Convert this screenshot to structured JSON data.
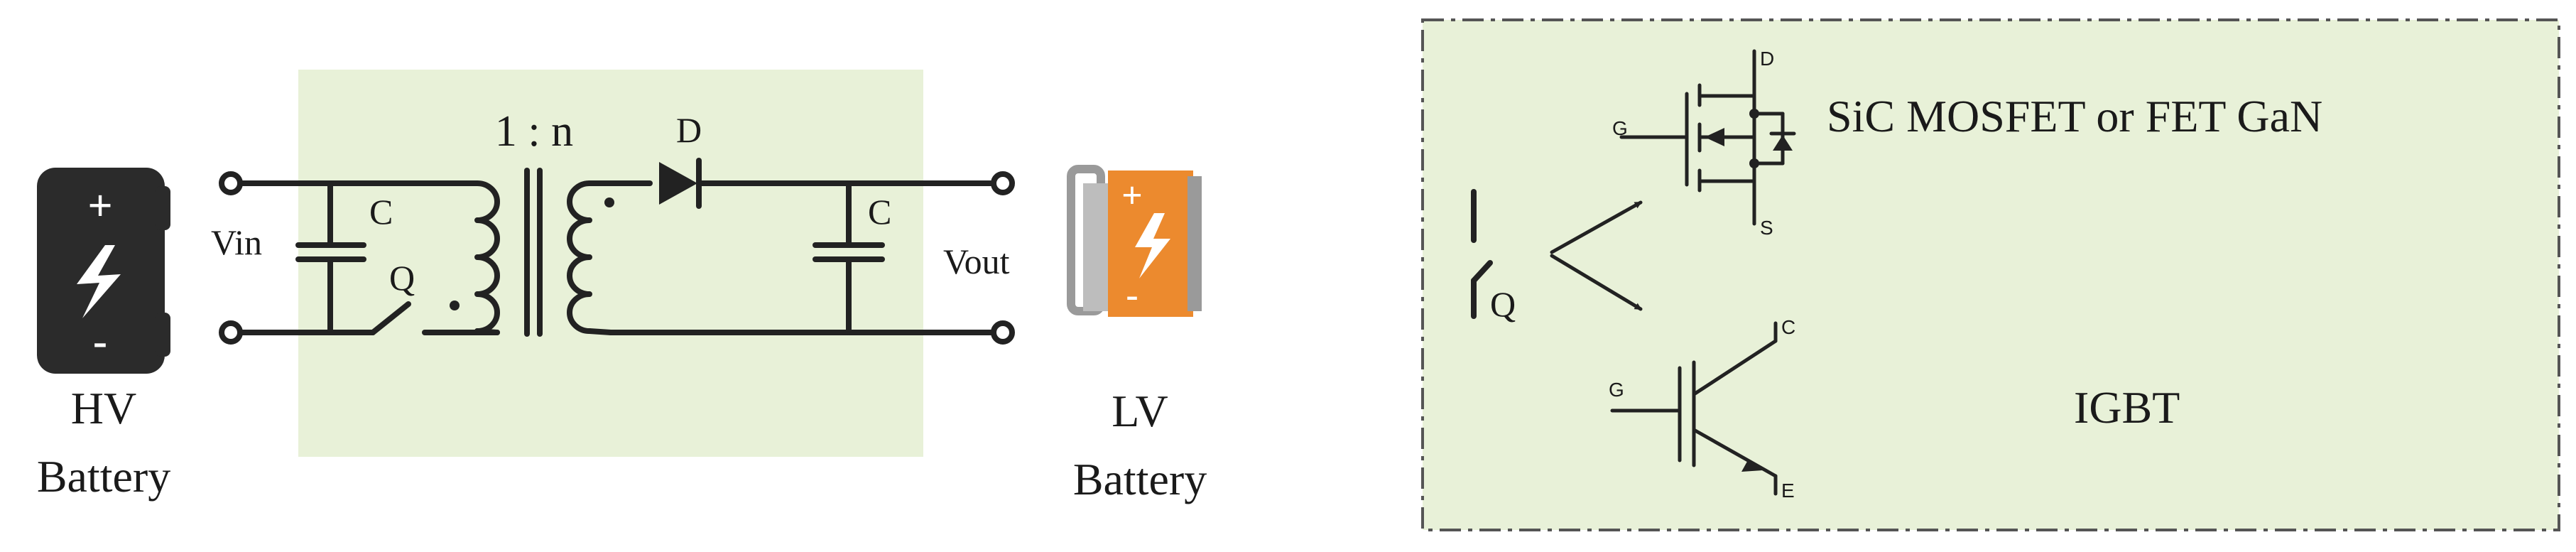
{
  "colors": {
    "panel_fill": "#e8f1d8",
    "wire": "#222222",
    "hv_battery_body": "#2b2b2b",
    "lv_battery_orange": "#ec8a2e",
    "lv_battery_grey": "#9a9a9a"
  },
  "converter": {
    "turns_ratio": "1 : n",
    "input_label": "Vin",
    "output_label": "Vout",
    "input_capacitor": "C",
    "output_capacitor": "C",
    "switch": "Q",
    "diode": "D"
  },
  "hv_battery": {
    "line1": "HV",
    "line2": "Battery",
    "plus": "+",
    "minus": "-",
    "icon": "battery-bolt-icon"
  },
  "lv_battery": {
    "line1": "LV",
    "line2": "Battery",
    "plus": "+",
    "minus": "-",
    "icon": "battery-bolt-icon"
  },
  "switch_options": {
    "switch_label": "Q",
    "mosfet": {
      "label": "SiC MOSFET or FET GaN",
      "gate": "G",
      "drain": "D",
      "source": "S"
    },
    "igbt": {
      "label": "IGBT",
      "gate": "G",
      "collector": "C",
      "emitter": "E"
    }
  }
}
